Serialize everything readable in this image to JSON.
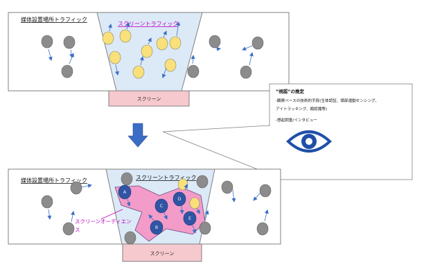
{
  "top_panel": {
    "venue_label": "媒体設置場所トラフィック",
    "screen_traffic_label": "スクリーントラフィック",
    "screen_label": "スクリーン"
  },
  "bottom_panel": {
    "venue_label": "媒体設置場所トラフィック",
    "screen_traffic_label": "スクリーントラフィック",
    "screen_label": "スクリーン",
    "audience_label_line1": "スクリーンオーディエン",
    "audience_label_line2": "ス",
    "audience_nodes": [
      "A",
      "B",
      "C",
      "D",
      "E"
    ]
  },
  "callout": {
    "title": "”視認”の推定",
    "line1": "-観察ベースの技術的手段(生体認証、頭部運動センシング、",
    "line2": "アイトラッキング、顔認識等)",
    "line3": "-想起調査/インタビュー",
    "eye_icon": "eye-icon"
  },
  "colors": {
    "person_gray": "#8c8c8c",
    "viewer_yellow": "#f9e07a",
    "audience_blue": "#2f55a4",
    "funnel_blue": "#dce9f7",
    "screen_pink": "#f6c9cf",
    "audience_pink": "#f39bc9",
    "accent_magenta": "#c000c0",
    "arrow_blue": "#3a6fc2"
  }
}
